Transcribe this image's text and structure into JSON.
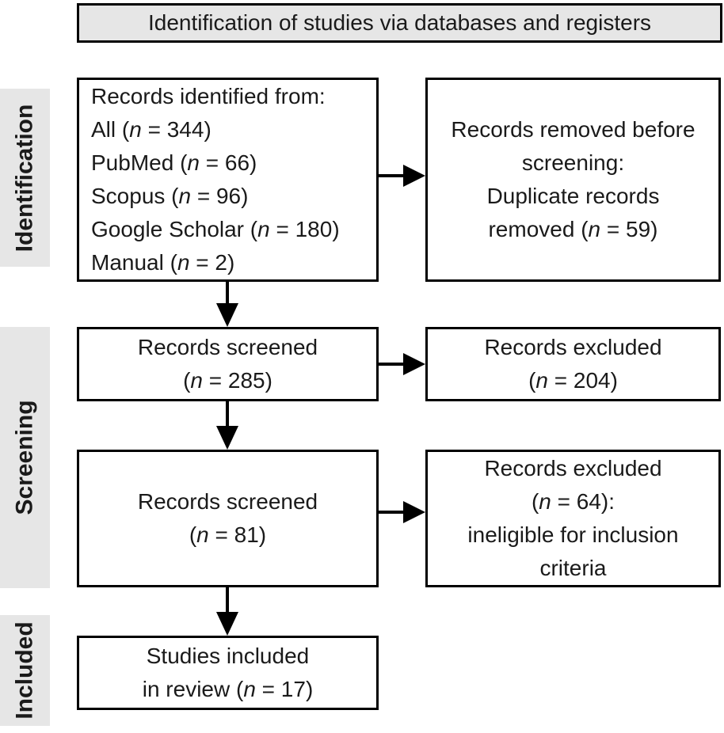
{
  "header": {
    "title": "Identification of studies via databases and registers"
  },
  "stages": {
    "identification": "Identification",
    "screening": "Screening",
    "included": "Included"
  },
  "boxes": {
    "identified": {
      "lines": [
        [
          {
            "t": "Records identified from:"
          }
        ],
        [
          {
            "t": "All ("
          },
          {
            "t": "n",
            "i": true
          },
          {
            "t": " = 344)"
          }
        ],
        [
          {
            "t": "PubMed ("
          },
          {
            "t": "n",
            "i": true
          },
          {
            "t": " = 66)"
          }
        ],
        [
          {
            "t": "Scopus ("
          },
          {
            "t": "n",
            "i": true
          },
          {
            "t": " = 96)"
          }
        ],
        [
          {
            "t": "Google Scholar ("
          },
          {
            "t": "n",
            "i": true
          },
          {
            "t": " = 180)"
          }
        ],
        [
          {
            "t": "Manual ("
          },
          {
            "t": "n",
            "i": true
          },
          {
            "t": " = 2)"
          }
        ]
      ]
    },
    "removed": {
      "lines": [
        [
          {
            "t": "Records removed before"
          }
        ],
        [
          {
            "t": "screening:"
          }
        ],
        [
          {
            "t": "Duplicate records"
          }
        ],
        [
          {
            "t": "removed ("
          },
          {
            "t": "n",
            "i": true
          },
          {
            "t": " = 59)"
          }
        ]
      ]
    },
    "screened_1": {
      "lines": [
        [
          {
            "t": "Records screened"
          }
        ],
        [
          {
            "t": "("
          },
          {
            "t": "n",
            "i": true
          },
          {
            "t": " = 285)"
          }
        ]
      ]
    },
    "excluded_1": {
      "lines": [
        [
          {
            "t": "Records excluded"
          }
        ],
        [
          {
            "t": "("
          },
          {
            "t": "n",
            "i": true
          },
          {
            "t": " = 204)"
          }
        ]
      ]
    },
    "screened_2": {
      "lines": [
        [
          {
            "t": "Records screened"
          }
        ],
        [
          {
            "t": "("
          },
          {
            "t": "n",
            "i": true
          },
          {
            "t": " = 81)"
          }
        ]
      ]
    },
    "excluded_2": {
      "lines": [
        [
          {
            "t": "Records excluded"
          }
        ],
        [
          {
            "t": "("
          },
          {
            "t": "n",
            "i": true
          },
          {
            "t": " = 64):"
          }
        ],
        [
          {
            "t": "ineligible for inclusion"
          }
        ],
        [
          {
            "t": "criteria"
          }
        ]
      ]
    },
    "included": {
      "lines": [
        [
          {
            "t": "Studies included"
          }
        ],
        [
          {
            "t": "in review ("
          },
          {
            "t": "n",
            "i": true
          },
          {
            "t": " = 17)"
          }
        ]
      ]
    }
  },
  "colors": {
    "stage_fill": "#e6e6e6",
    "header_fill": "#e6e6e6",
    "box_fill": "#ffffff",
    "border": "#000000",
    "arrow": "#000000",
    "text": "#1a1a1a"
  }
}
